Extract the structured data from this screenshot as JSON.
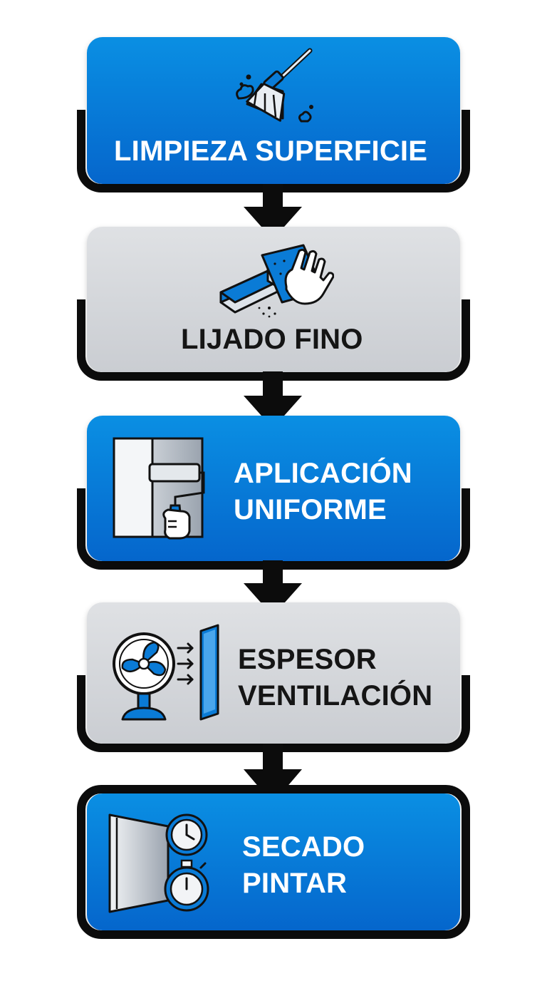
{
  "steps": [
    {
      "title_lines": [
        "LIMPIEZA SUPERFICIE"
      ],
      "style": "blue",
      "icon": "broom-icon"
    },
    {
      "title_lines": [
        "LIJADO FINO"
      ],
      "style": "gray",
      "icon": "sanding-block-icon"
    },
    {
      "title_lines": [
        "APLICACIÓN",
        "UNIFORME"
      ],
      "style": "blue",
      "icon": "paint-roller-icon"
    },
    {
      "title_lines": [
        "ESPESOR",
        "VENTILACIÓN"
      ],
      "style": "gray",
      "icon": "fan-icon"
    },
    {
      "title_lines": [
        "SECADO",
        "PINTAR"
      ],
      "style": "blue",
      "icon": "clock-stopwatch-icon"
    }
  ],
  "colors": {
    "blue_top": "#0a8fe3",
    "blue_bottom": "#0566cc",
    "gray_top": "#dfe1e4",
    "gray_bottom": "#cacdd2",
    "outline": "#0c0c0c"
  }
}
